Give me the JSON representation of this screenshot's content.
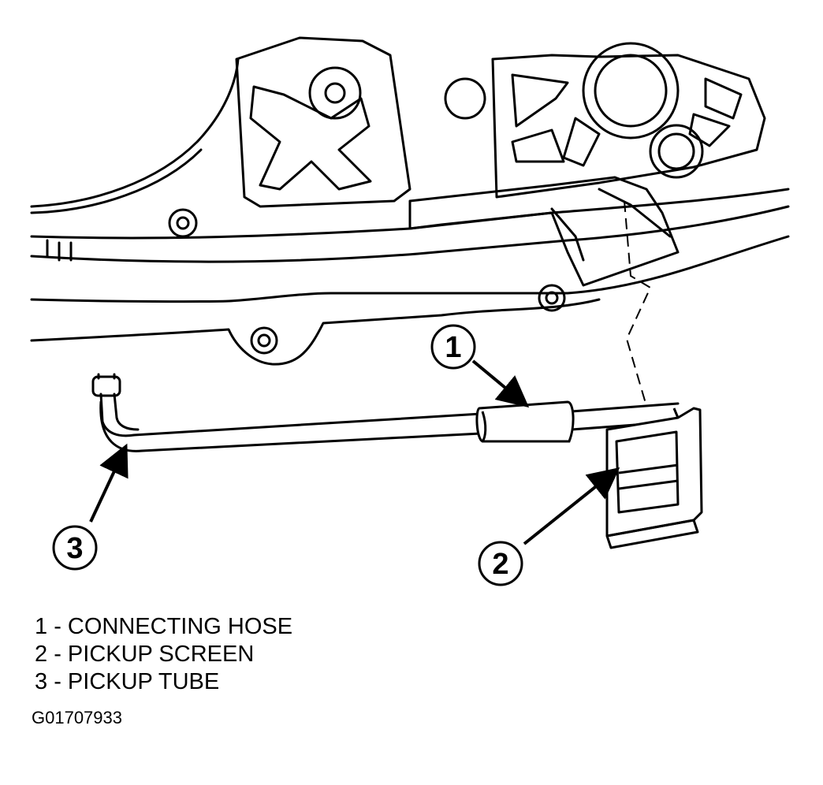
{
  "diagram": {
    "callouts": [
      {
        "id": "callout-1",
        "number": "1",
        "target": "connecting-hose"
      },
      {
        "id": "callout-2",
        "number": "2",
        "target": "pickup-screen"
      },
      {
        "id": "callout-3",
        "number": "3",
        "target": "pickup-tube"
      }
    ],
    "legend": [
      {
        "num": "1",
        "sep": " - ",
        "label": "CONNECTING HOSE"
      },
      {
        "num": "2",
        "sep": " - ",
        "label": "PICKUP SCREEN"
      },
      {
        "num": "3",
        "sep": " - ",
        "label": "PICKUP TUBE"
      }
    ],
    "figure_code": "G01707933"
  },
  "colors": {
    "ink": "#000000",
    "paper": "#ffffff"
  }
}
